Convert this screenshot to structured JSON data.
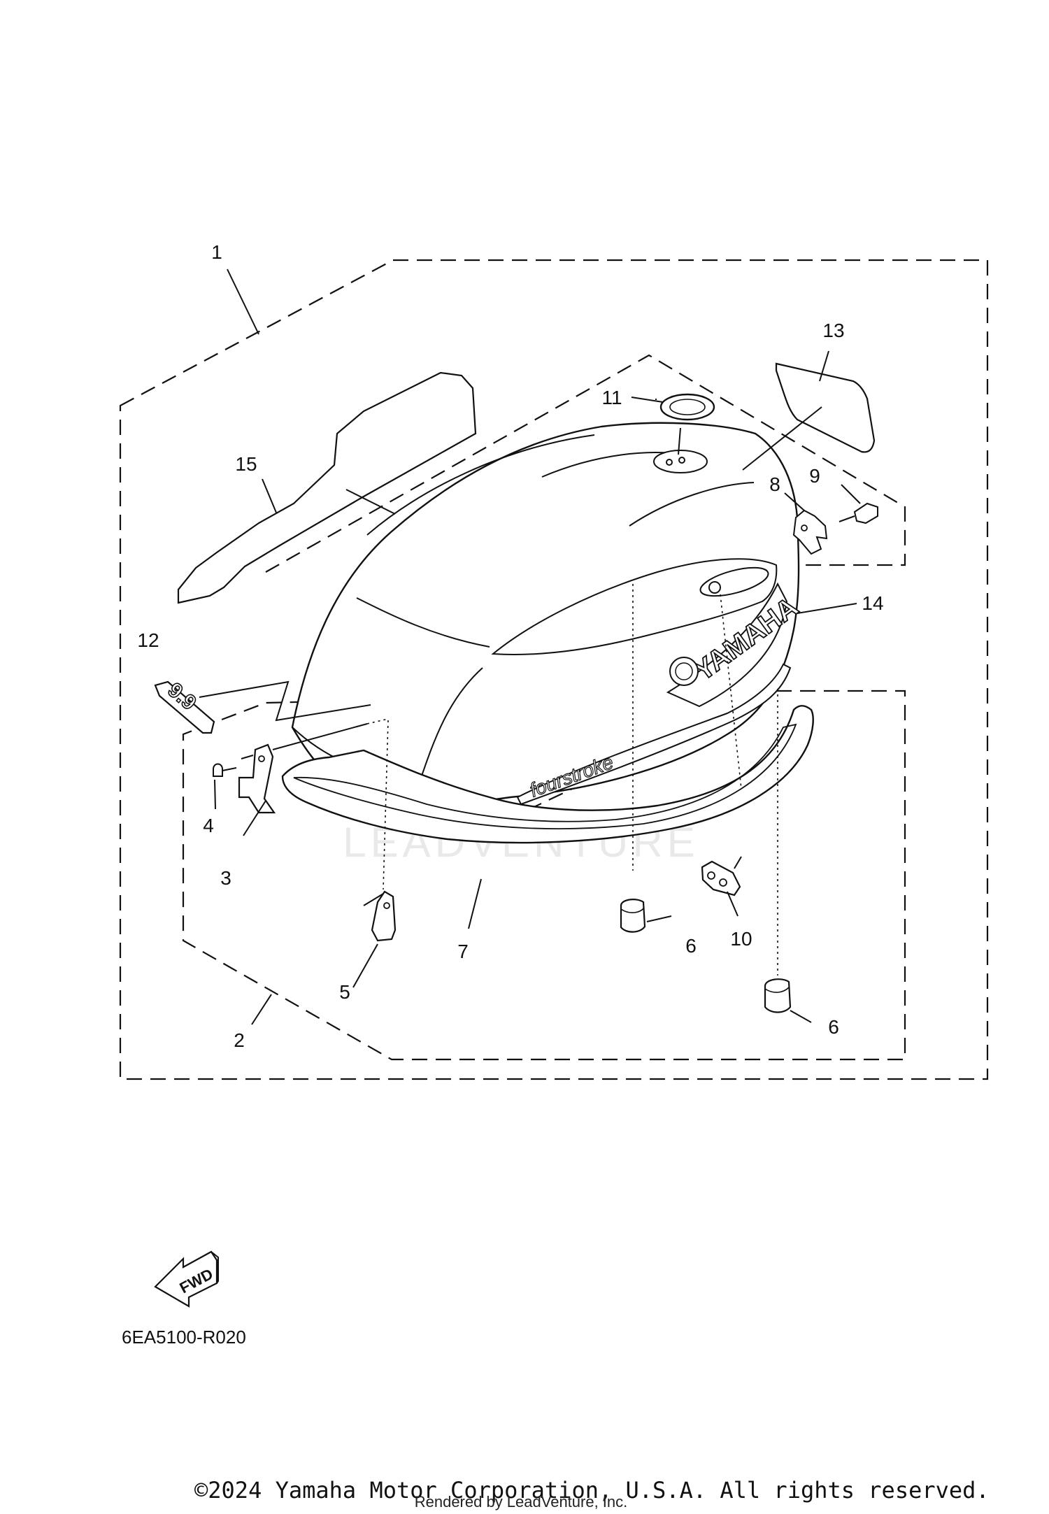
{
  "callouts": [
    {
      "label": "1"
    },
    {
      "label": "2"
    },
    {
      "label": "3"
    },
    {
      "label": "4"
    },
    {
      "label": "5"
    },
    {
      "label": "6"
    },
    {
      "label": "6"
    },
    {
      "label": "7"
    },
    {
      "label": "8"
    },
    {
      "label": "9"
    },
    {
      "label": "10"
    },
    {
      "label": "11"
    },
    {
      "label": "12"
    },
    {
      "label": "13"
    },
    {
      "label": "14"
    },
    {
      "label": "15"
    }
  ],
  "decals": {
    "brand": "YAMAHA",
    "model_badge": "9.9",
    "stripe": "fourstroke"
  },
  "fwd_label": "FWD",
  "diagram_ref": "6EA5100-R020",
  "copyright": "©2024 Yamaha Motor Corporation, U.S.A. All rights reserved.",
  "rendered_by": "Rendered by LeadVenture, Inc.",
  "watermark": "LEADVENTURE"
}
